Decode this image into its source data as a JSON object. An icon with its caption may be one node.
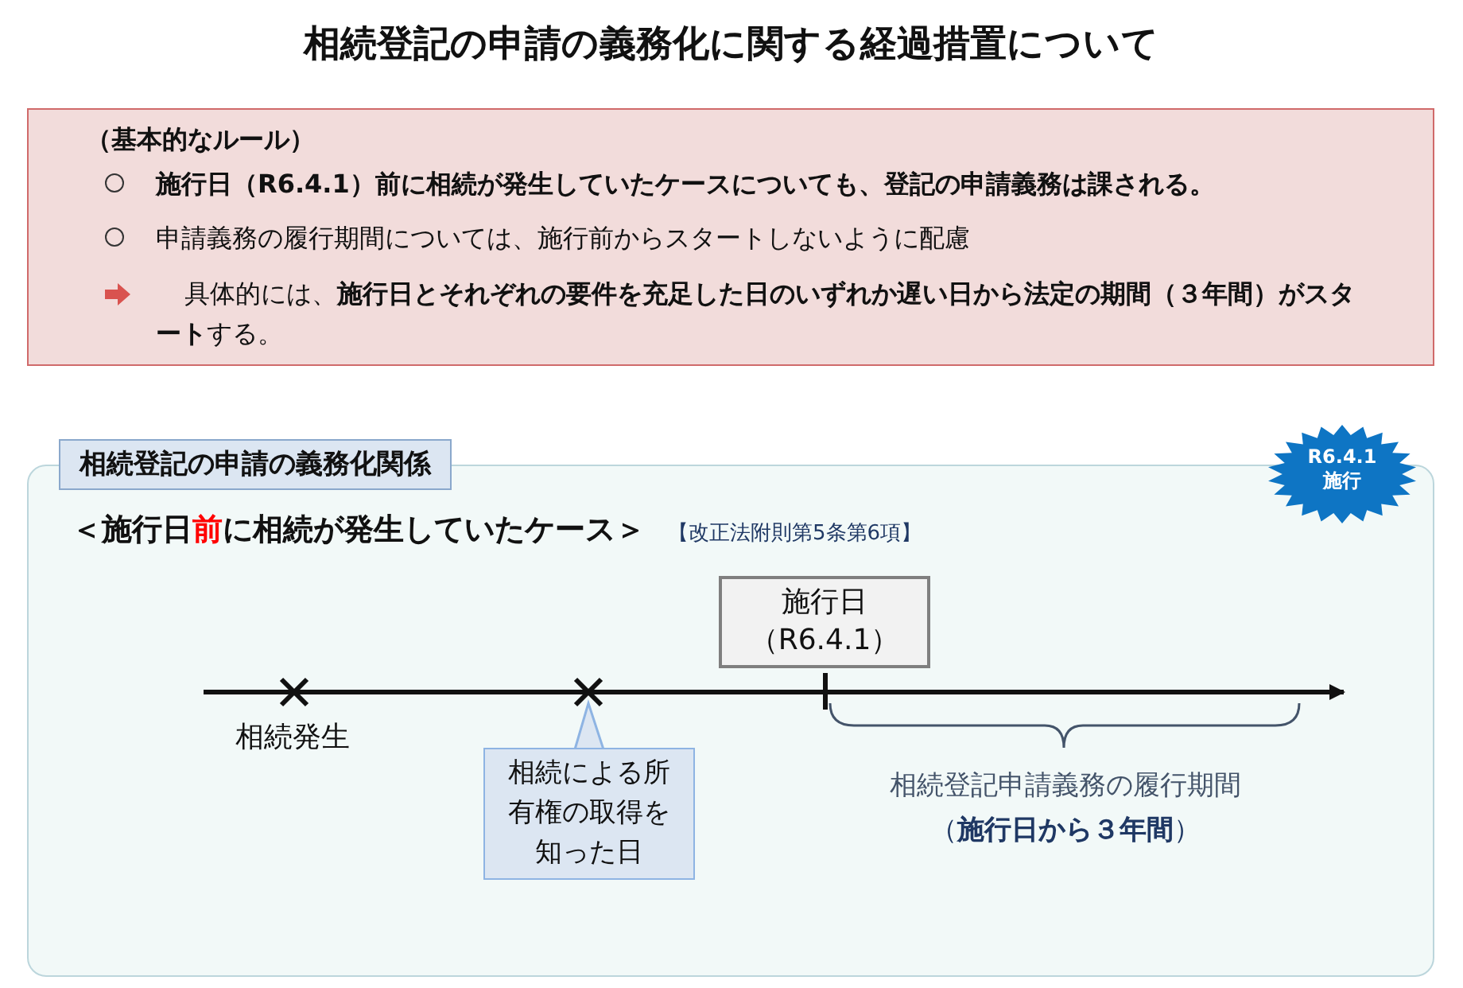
{
  "diagram": {
    "title": "相続登記の申請の義務化に関する経過措置について",
    "nodes": [
      {
        "text": [
          "（基本的なルール）",
          "施行日（R6.4.1）前に相続が発生していたケースについても、登記の申請義務は課される。",
          "申請義務の履行期間については、施行前からスタートしないように配慮",
          "具体的には、**施行日とそれぞれの要件を充足した日のいずれか遅い日から法定の期間（３年間）がスタート**する。"
        ]
      },
      {
        "text": [
          "相続登記の申請の義務化関係",
          "＜施行日**前**に相続が発生していたケース＞",
          "【改正法附則第5条第6項】"
        ]
      },
      {
        "text": [
          "R6.4.1 施行"
        ]
      },
      {
        "text": [
          "施行日（R6.4.1）"
        ],
        "in": 1
      },
      {
        "text": [],
        "shape": "cross",
        "beside": [
          "相続発生"
        ],
        "in": 1
      },
      {
        "text": [],
        "shape": "cross",
        "in": 1
      },
      {
        "text": [
          "相続による所有権の取得を知った日"
        ],
        "in": 1
      }
    ],
    "edges": [
      {
        "from": 6,
        "to": 5,
        "arrow": "to"
      }
    ],
    "labels": [
      "相続登記申請義務の履行期間",
      "（**施行日から３年間**）"
    ]
  }
}
